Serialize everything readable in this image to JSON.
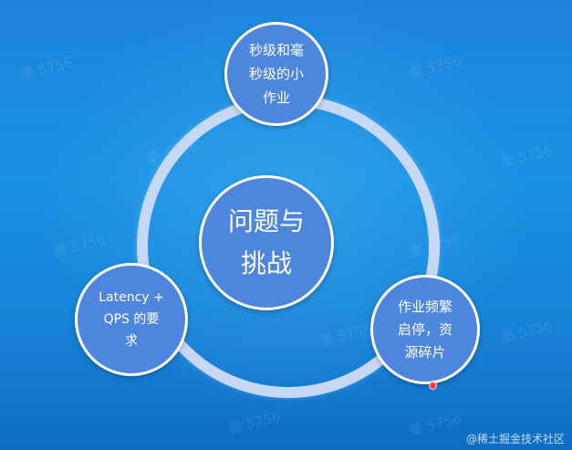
{
  "diagram": {
    "center": {
      "label": "问题与\n挑战"
    },
    "nodes": [
      {
        "id": "top",
        "label": "秒级和毫\n秒级的小\n作业"
      },
      {
        "id": "left",
        "label": "Latency +\nQPS 的要\n求"
      },
      {
        "id": "right",
        "label": "作业频繁\n启停，资\n源碎片"
      }
    ]
  },
  "watermark": {
    "text": "5756"
  },
  "credit": {
    "text": "@稀土掘金技术社区"
  },
  "colors": {
    "background": "#1a8ae0",
    "node_fill": "#4f86dd",
    "node_border": "#ffffff",
    "ring": "#c6d8f5",
    "cursor": "#ff3b45"
  }
}
